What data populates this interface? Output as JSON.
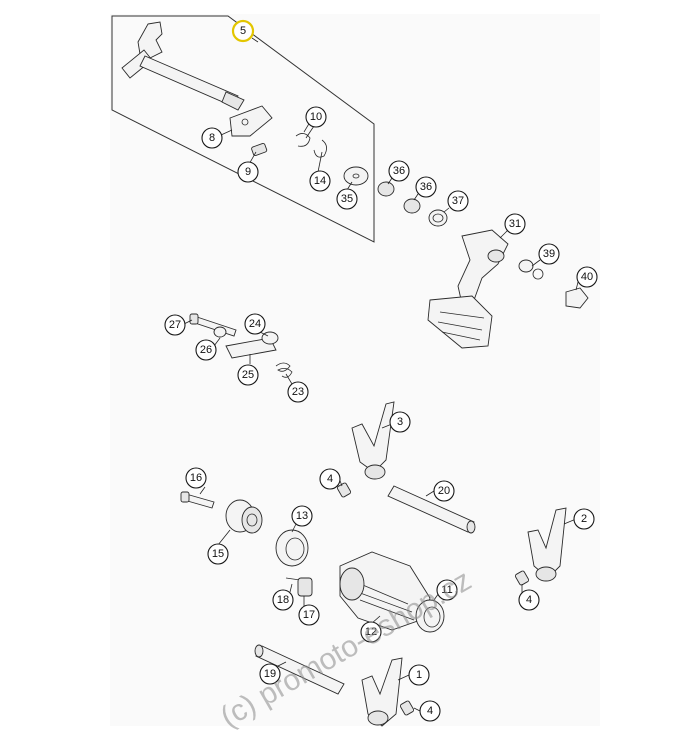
{
  "diagram": {
    "highlight_color": "#e3c600",
    "callouts": {
      "c1": "1",
      "c2": "2",
      "c3": "3",
      "c4a": "4",
      "c4b": "4",
      "c4c": "4",
      "c5": "5",
      "c8": "8",
      "c9": "9",
      "c10": "10",
      "c11": "11",
      "c12": "12",
      "c13": "13",
      "c14": "14",
      "c15": "15",
      "c16": "16",
      "c17": "17",
      "c18": "18",
      "c19": "19",
      "c20": "20",
      "c23": "23",
      "c24": "24",
      "c25": "25",
      "c26": "26",
      "c27": "27",
      "c31": "31",
      "c35": "35",
      "c36a": "36",
      "c36b": "36",
      "c37": "37",
      "c39": "39",
      "c40": "40"
    },
    "watermark": "(c) promoto-eshop.cz"
  }
}
